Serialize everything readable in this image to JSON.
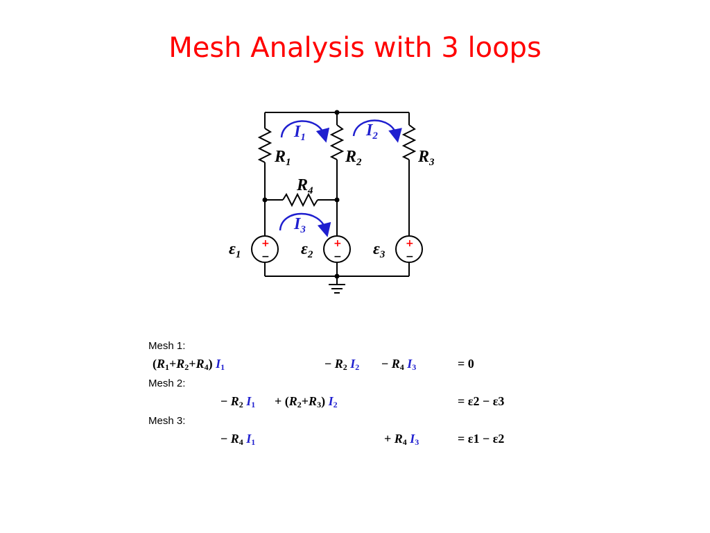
{
  "title": "Mesh Analysis with 3 loops",
  "circuit": {
    "resistors": [
      {
        "name": "R",
        "sub": "1"
      },
      {
        "name": "R",
        "sub": "2"
      },
      {
        "name": "R",
        "sub": "3"
      },
      {
        "name": "R",
        "sub": "4"
      }
    ],
    "currents": [
      {
        "name": "I",
        "sub": "1"
      },
      {
        "name": "I",
        "sub": "2"
      },
      {
        "name": "I",
        "sub": "3"
      }
    ],
    "sources": [
      {
        "name": "ε",
        "sub": "1",
        "plus": "+",
        "minus": "−"
      },
      {
        "name": "ε",
        "sub": "2",
        "plus": "+",
        "minus": "−"
      },
      {
        "name": "ε",
        "sub": "3",
        "plus": "+",
        "minus": "−"
      }
    ],
    "colors": {
      "wire": "#000000",
      "current": "#1f1fcf",
      "plus": "#ff0000"
    }
  },
  "equations": {
    "mesh1": {
      "label": "Mesh 1:",
      "rhs": "=  0"
    },
    "mesh2": {
      "label": "Mesh 2:",
      "rhs": "= ε2 − ε3"
    },
    "mesh3": {
      "label": "Mesh 3:",
      "rhs": "= ε1 − ε2"
    }
  }
}
